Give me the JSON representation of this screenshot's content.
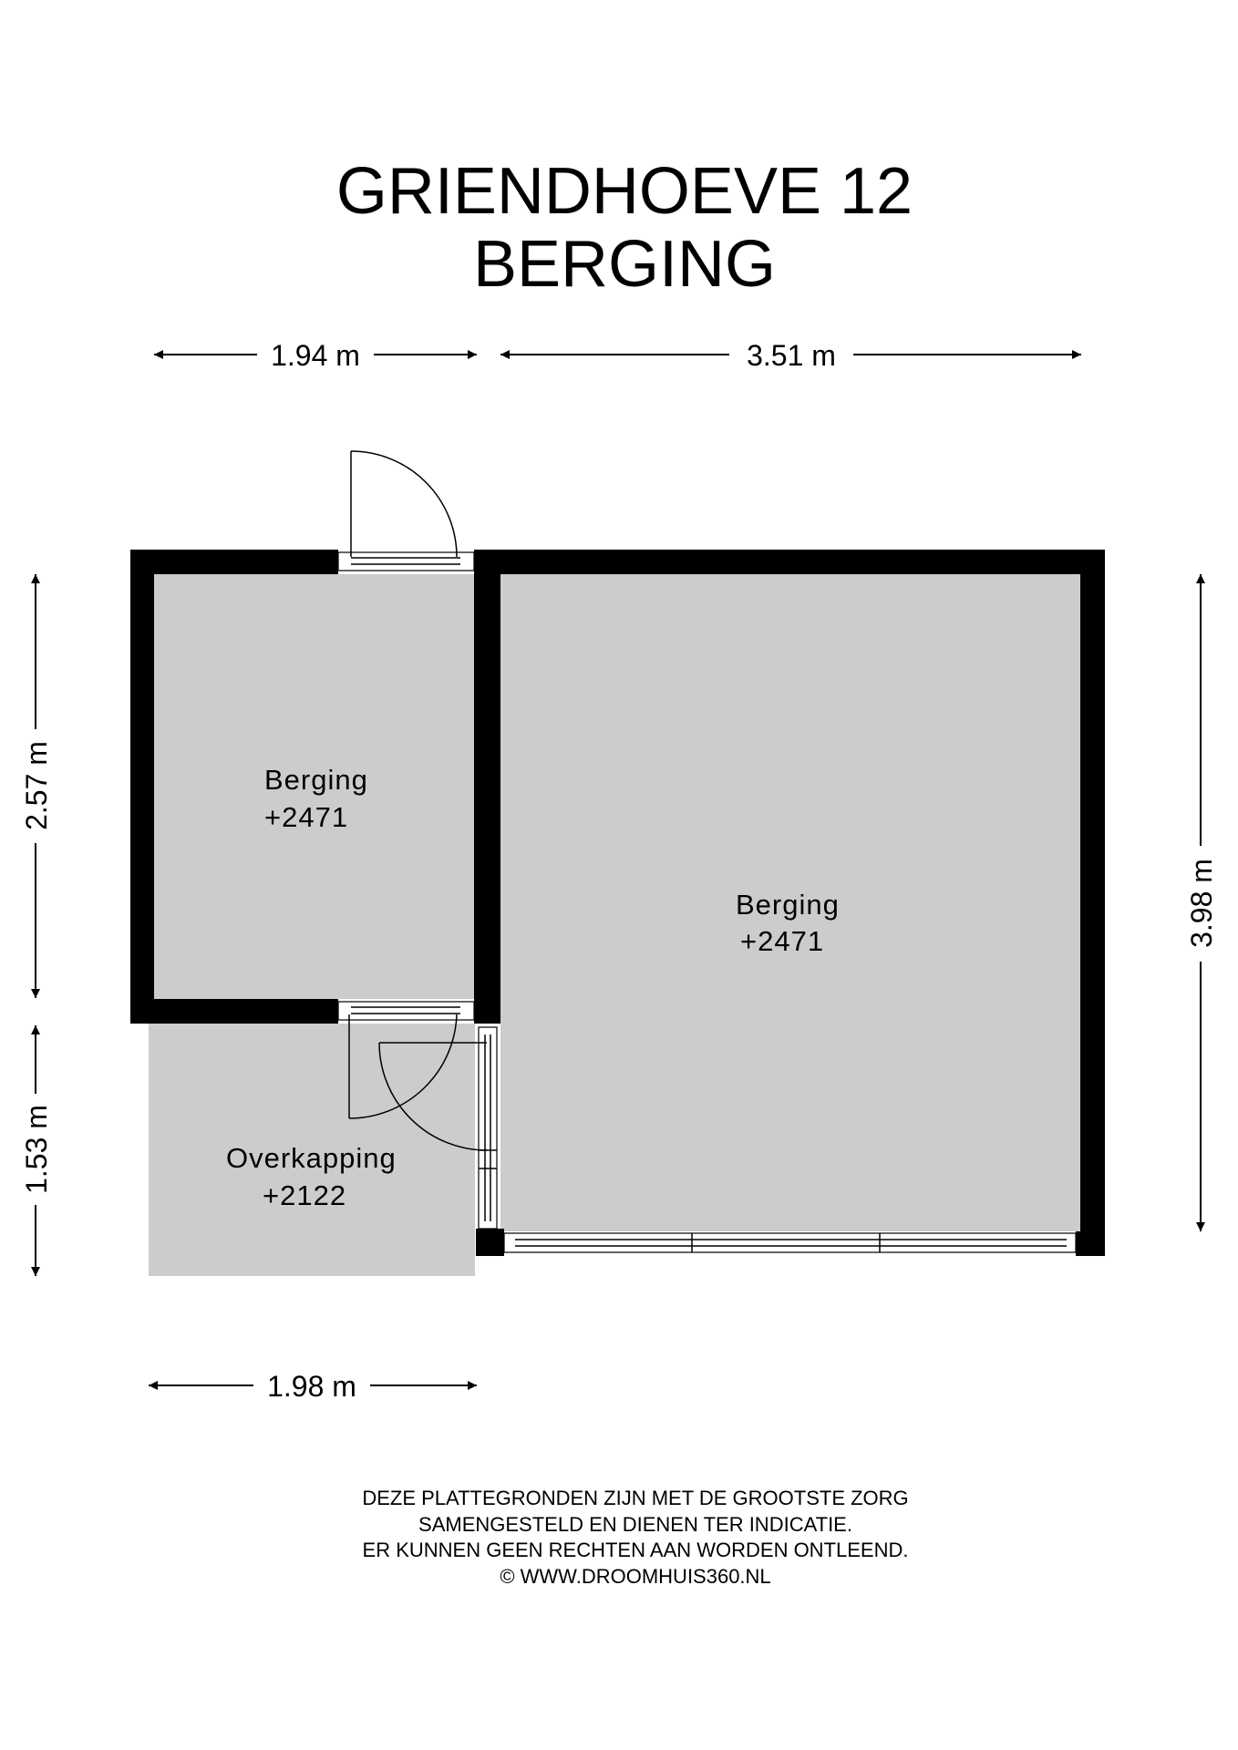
{
  "title": {
    "line1": "GRIENDHOEVE 12",
    "line2": "BERGING"
  },
  "dimensions": {
    "top_left": "1.94 m",
    "top_right": "3.51 m",
    "left_upper": "2.57 m",
    "left_lower": "1.53 m",
    "right": "3.98 m",
    "bottom": "1.98 m"
  },
  "rooms": [
    {
      "name": "Berging",
      "level": "+2471"
    },
    {
      "name": "Berging",
      "level": "+2471"
    },
    {
      "name": "Overkapping",
      "level": "+2122"
    }
  ],
  "colors": {
    "floor": "#cccccc",
    "wall": "#000000"
  },
  "disclaimer": [
    "DEZE PLATTEGRONDEN ZIJN MET DE GROOTSTE ZORG",
    "SAMENGESTELD EN DIENEN TER INDICATIE.",
    "ER KUNNEN GEEN RECHTEN AAN WORDEN ONTLEEND.",
    "© WWW.DROOMHUIS360.NL"
  ]
}
